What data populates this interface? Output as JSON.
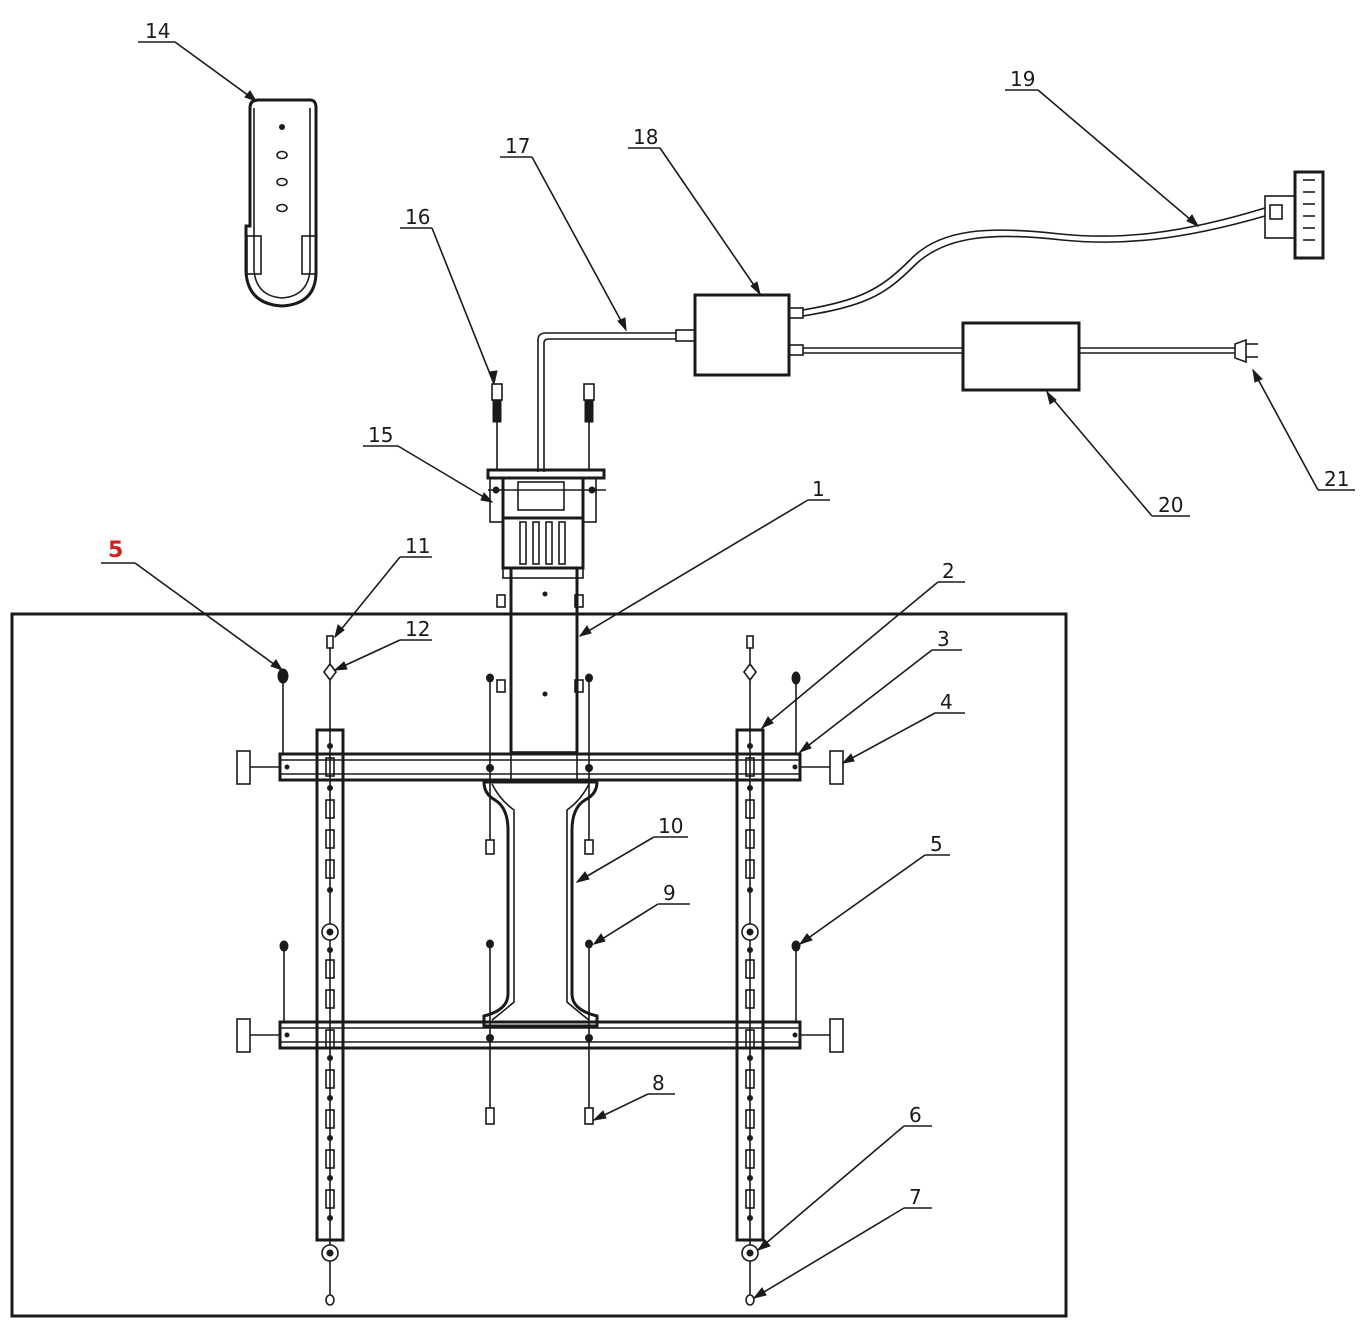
{
  "callouts": [
    {
      "id": "c1",
      "text": "1"
    },
    {
      "id": "c2",
      "text": "2"
    },
    {
      "id": "c3",
      "text": "3"
    },
    {
      "id": "c4",
      "text": "4"
    },
    {
      "id": "c5a",
      "text": "5"
    },
    {
      "id": "c5b",
      "text": "5"
    },
    {
      "id": "c6",
      "text": "6"
    },
    {
      "id": "c7",
      "text": "7"
    },
    {
      "id": "c8",
      "text": "8"
    },
    {
      "id": "c9",
      "text": "9"
    },
    {
      "id": "c10",
      "text": "10"
    },
    {
      "id": "c11",
      "text": "11"
    },
    {
      "id": "c12",
      "text": "12"
    },
    {
      "id": "c14",
      "text": "14"
    },
    {
      "id": "c15",
      "text": "15"
    },
    {
      "id": "c16",
      "text": "16"
    },
    {
      "id": "c17",
      "text": "17"
    },
    {
      "id": "c18",
      "text": "18"
    },
    {
      "id": "c19",
      "text": "19"
    },
    {
      "id": "c20",
      "text": "20"
    },
    {
      "id": "c21",
      "text": "21"
    }
  ],
  "colors": {
    "line": "#1a1a1a",
    "highlight": "#d0211f",
    "background": "#ffffff"
  }
}
